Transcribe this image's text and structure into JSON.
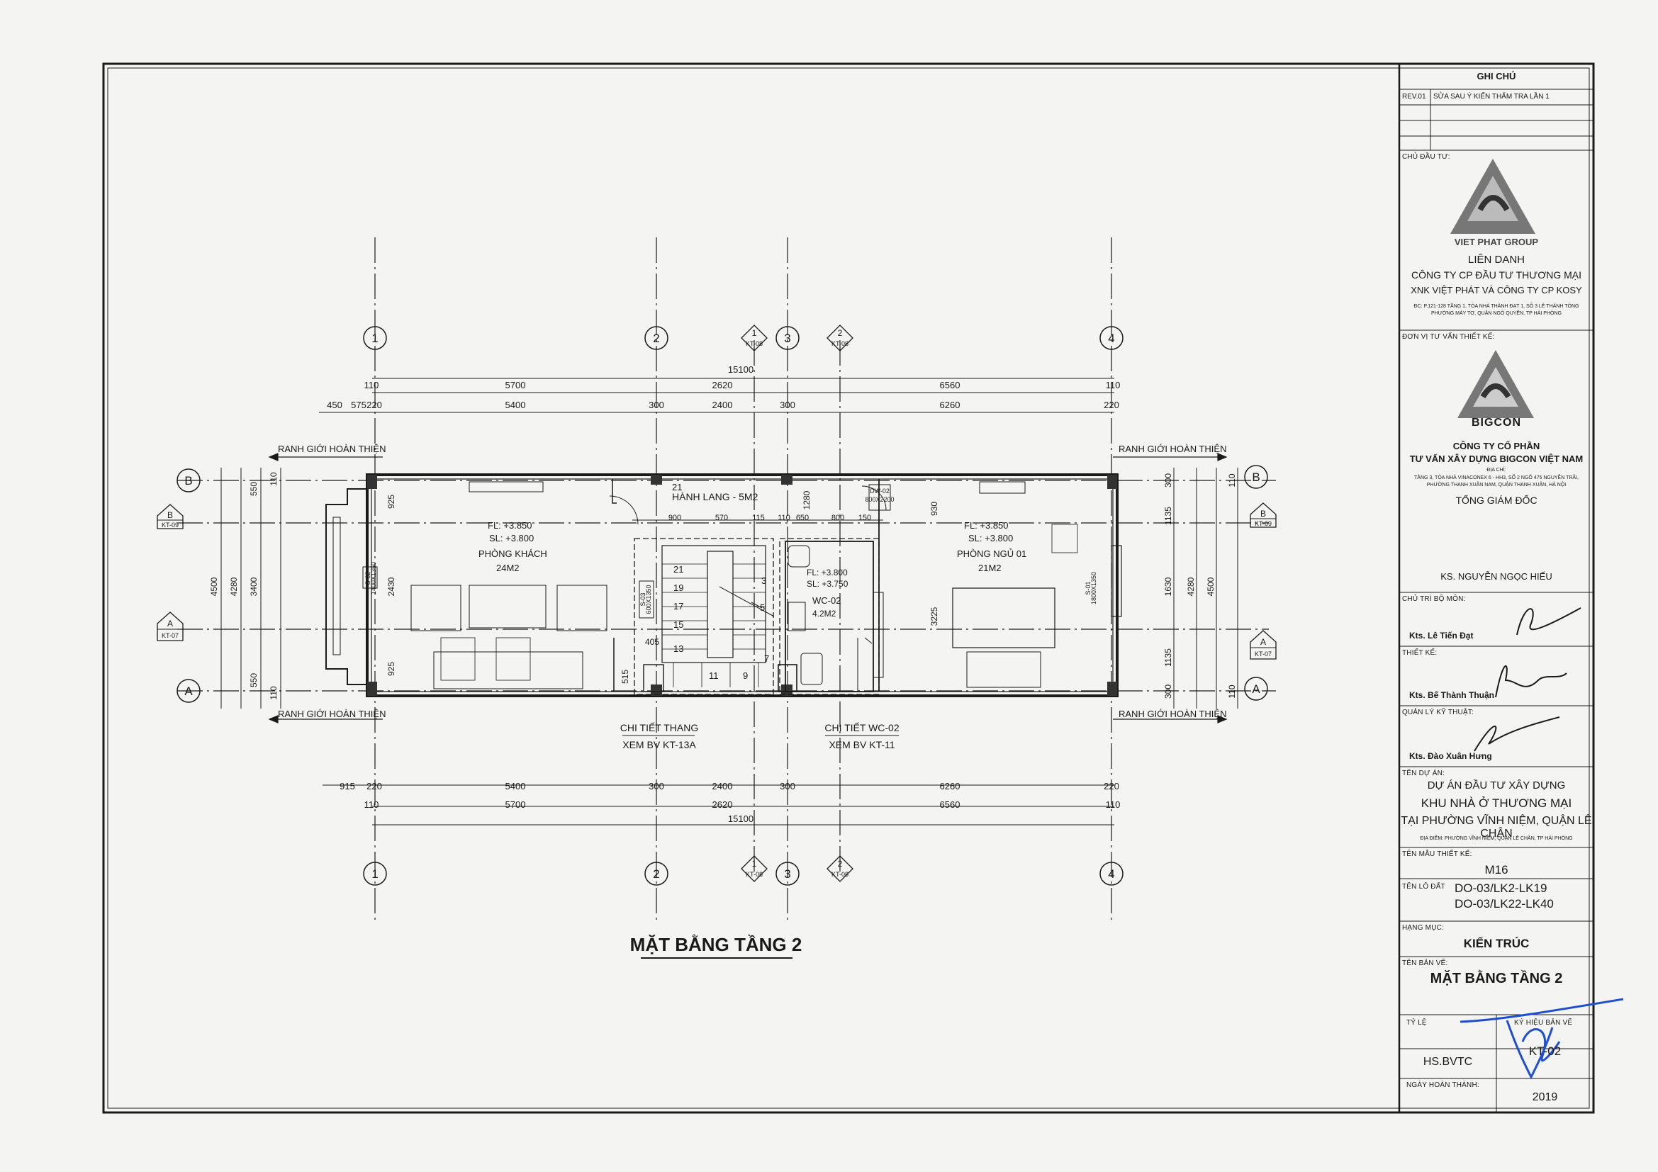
{
  "sheet_title": "MẶT BẰNG TẦNG 2",
  "grid": {
    "columns": [
      "1",
      "2",
      "3",
      "4"
    ],
    "rows": [
      "B",
      "A"
    ]
  },
  "dimensions": {
    "top_overall": "15100",
    "top_row1": [
      "5700",
      "2620",
      "6560"
    ],
    "top_row1_ends": [
      "110",
      "110"
    ],
    "top_row2": [
      "450",
      "575",
      "220",
      "5400",
      "300",
      "2400",
      "300",
      "6260",
      "220"
    ],
    "bottom_overall": "15100",
    "bottom_row1": [
      "915",
      "220",
      "5400",
      "300",
      "2400",
      "300",
      "6260",
      "220"
    ],
    "bottom_row2": [
      "110",
      "5700",
      "2620",
      "6560",
      "110"
    ],
    "stair_top": [
      "900",
      "570",
      "115",
      "110",
      "650",
      "800",
      "150"
    ],
    "left_outer": "4500",
    "left_mid": "4280",
    "left_inner": [
      "550",
      "3400",
      "550"
    ],
    "left_wall": [
      "110",
      "925",
      "2430",
      "925",
      "110"
    ],
    "right_wall": [
      "930",
      "3225"
    ],
    "right_inner": [
      "300",
      "1135",
      "1630",
      "1135",
      "300"
    ],
    "right_mid": "4280",
    "right_outer": "4500",
    "right_ends": [
      "110",
      "110"
    ],
    "misc": [
      "1280",
      "405",
      "515"
    ]
  },
  "boundary_label": "RANH GIỚI HOÀN THIỆN",
  "rooms": {
    "living": {
      "fl": "FL: +3.850",
      "sl": "SL: +3.800",
      "name": "PHÒNG KHÁCH",
      "area": "24M2"
    },
    "hall": {
      "name": "HÀNH LANG - 5M2"
    },
    "wc": {
      "fl": "FL: +3.800",
      "sl": "SL: +3.750",
      "name": "WC-02",
      "area": "4.2M2"
    },
    "bedroom": {
      "fl": "FL: +3.850",
      "sl": "SL: +3.800",
      "name": "PHÒNG NGỦ 01",
      "area": "21M2"
    }
  },
  "stair_numbers": [
    "21",
    "19",
    "17",
    "15",
    "13",
    "11",
    "9",
    "7",
    "5",
    "3"
  ],
  "door_tags": [
    "S-02",
    "DW-02",
    "S-03",
    "S-01"
  ],
  "door_sizes": [
    "1400X1350",
    "800X2200",
    "600X1350",
    "1800X1350"
  ],
  "section_marks": {
    "left_b": "B",
    "left_b_ref": "KT-09",
    "left_a": "A",
    "left_a_ref": "KT-07",
    "right_b": "B",
    "right_b_ref": "KT-09",
    "right_a": "A",
    "right_a_ref": "KT-07",
    "sec1": "1",
    "sec2": "2",
    "sec_ref": "KT-08"
  },
  "callouts": {
    "stair": {
      "line1": "CHI TIẾT THANG",
      "line2": "XEM BV KT-13A"
    },
    "wc": {
      "line1": "CHI TIẾT WC-02",
      "line2": "XEM BV KT-11"
    }
  },
  "title_block": {
    "notes_header": "GHI CHÚ",
    "rev_code": "REV.01",
    "rev_text": "SỬA SAU Ý KIẾN THẨM TRA LẦN 1",
    "owner_label": "CHỦ ĐẦU TƯ:",
    "owner_logo_text": "VIET PHAT GROUP",
    "owner_lines": [
      "LIÊN DANH",
      "CÔNG TY CP ĐẦU TƯ THƯƠNG MẠI",
      "XNK VIỆT PHÁT VÀ CÔNG TY CP KOSY"
    ],
    "owner_address": "ĐC: P.121-128 TẦNG 1, TÒA NHÀ THÀNH ĐẠT 1, SỐ 3 LÊ THÁNH TÔNG PHƯỜNG MÁY TƠ, QUẬN NGÔ QUYỀN, TP HẢI PHÒNG",
    "consultant_label": "ĐƠN VỊ TƯ VẤN THIẾT KẾ:",
    "consultant_logo_text": "BIGCON",
    "consultant_lines": [
      "CÔNG TY CỔ PHẦN",
      "TƯ VẤN XÂY DỰNG BIGCON VIỆT NAM"
    ],
    "consultant_address_label": "ĐỊA CHỈ:",
    "consultant_address": "TẦNG 3, TÒA NHÀ VINACONEX 6 - HH3, SỐ 2 NGÕ 475 NGUYỄN TRÃI, PHƯỜNG THANH XUÂN NAM, QUẬN THANH XUÂN, HÀ NỘI",
    "director_title": "TỔNG GIÁM ĐỐC",
    "director_name": "KS. NGUYỄN NGỌC HIẾU",
    "head_label": "CHỦ TRÌ BỘ MÔN:",
    "head_name": "Kts. Lê Tiến Đạt",
    "designer_label": "THIẾT KẾ:",
    "designer_name": "Kts. Bế Thành Thuận",
    "tech_label": "QUẢN LÝ KỸ THUẬT:",
    "tech_name": "Kts. Đào Xuân Hưng",
    "project_label": "TÊN DỰ ÁN:",
    "project_lines": [
      "DỰ ÁN ĐẦU TƯ XÂY DỰNG",
      "KHU NHÀ Ở THƯƠNG MẠI",
      "TẠI PHƯỜNG VĨNH NIỆM, QUẬN LÊ CHÂN"
    ],
    "project_location": "ĐỊA ĐIỂM: PHƯỜNG VĨNH NIỆM, QUẬN LÊ CHÂN, TP HẢI PHÒNG",
    "model_label": "TÊN MẪU THIẾT KẾ:",
    "model": "M16",
    "lot_label": "TÊN LÔ ĐẤT",
    "lots": [
      "DO-03/LK2-LK19",
      "DO-03/LK22-LK40"
    ],
    "category_label": "HẠNG MỤC:",
    "category": "KIẾN TRÚC",
    "drawing_label": "TÊN BẢN VẼ:",
    "drawing": "MẶT BẰNG TẦNG 2",
    "scale_label": "TỶ LỆ",
    "sheet_no_label": "KÝ HIỆU BẢN VẼ",
    "sheet_no": "KT-02",
    "phase": "HS.BVTC",
    "date_label": "NGÀY HOÀN THÀNH:",
    "year": "2019"
  },
  "colors": {
    "ink": "#1a1a1a",
    "paper": "#f4f4f2",
    "signature_blue": "#1f4fd0"
  }
}
